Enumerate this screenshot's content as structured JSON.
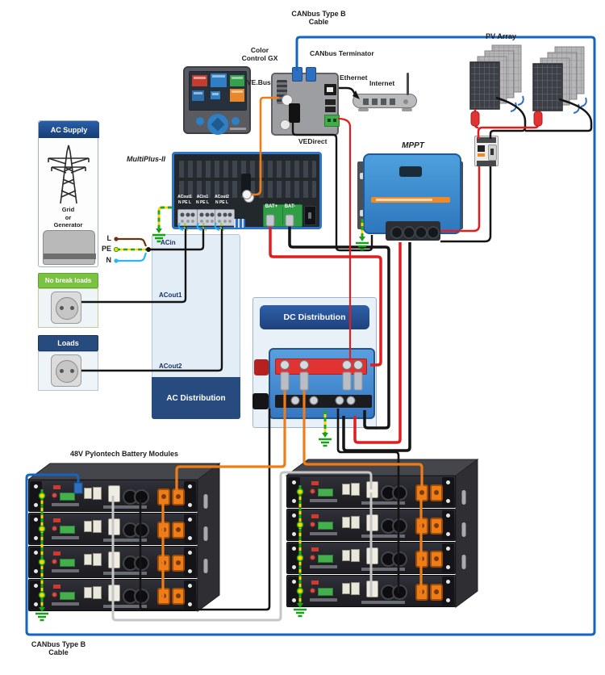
{
  "labels": {
    "canbus_top_1": "CANbus Type B",
    "canbus_top_2": "Cable",
    "canbus_bottom_1": "CANbus Type B",
    "canbus_bottom_2": "Cable",
    "color_control_gx_1": "Color",
    "color_control_gx_2": "Control GX",
    "canbus_terminator": "CANbus Terminator",
    "ve_bus": "VE.Bus",
    "ethernet": "Ethernet",
    "internet": "Internet",
    "vedirect": "VEDirect",
    "pv_array": "PV Array",
    "mppt": "MPPT",
    "multiplus": "MultiPlus-II",
    "ac_supply": "AC Supply",
    "grid": "Grid",
    "or": "or",
    "generator": "Generator",
    "l": "L",
    "pe": "PE",
    "n": "N",
    "no_break_loads": "No break loads",
    "loads": "Loads",
    "ac_distribution": "AC Distribution",
    "acin": "ACin",
    "acout1": "ACout1",
    "acout2": "ACout2",
    "dc_distribution": "DC Distribution",
    "battery_modules": "48V Pylontech Battery Modules",
    "terminal_acout1": "ACout1",
    "terminal_acin": "ACin1",
    "terminal_acout2": "ACout2",
    "terminal_pins": "N PE L",
    "bat_plus": "BAT+",
    "bat_minus": "BAT-"
  },
  "colors": {
    "canbus_blue": "#1565c0",
    "ve_bus_orange": "#ee7d18",
    "positive_red": "#df1f1f",
    "negative_black": "#141414",
    "ground_green": "#18a018",
    "ground_yellow": "#ffd500",
    "neutral_cyan": "#29b6f6",
    "line_brown": "#6b3410",
    "victron_blue": "#3577c2",
    "header_blue": "#274b7e",
    "no_break_green": "#7cc242",
    "busbar_red": "#e23333"
  }
}
